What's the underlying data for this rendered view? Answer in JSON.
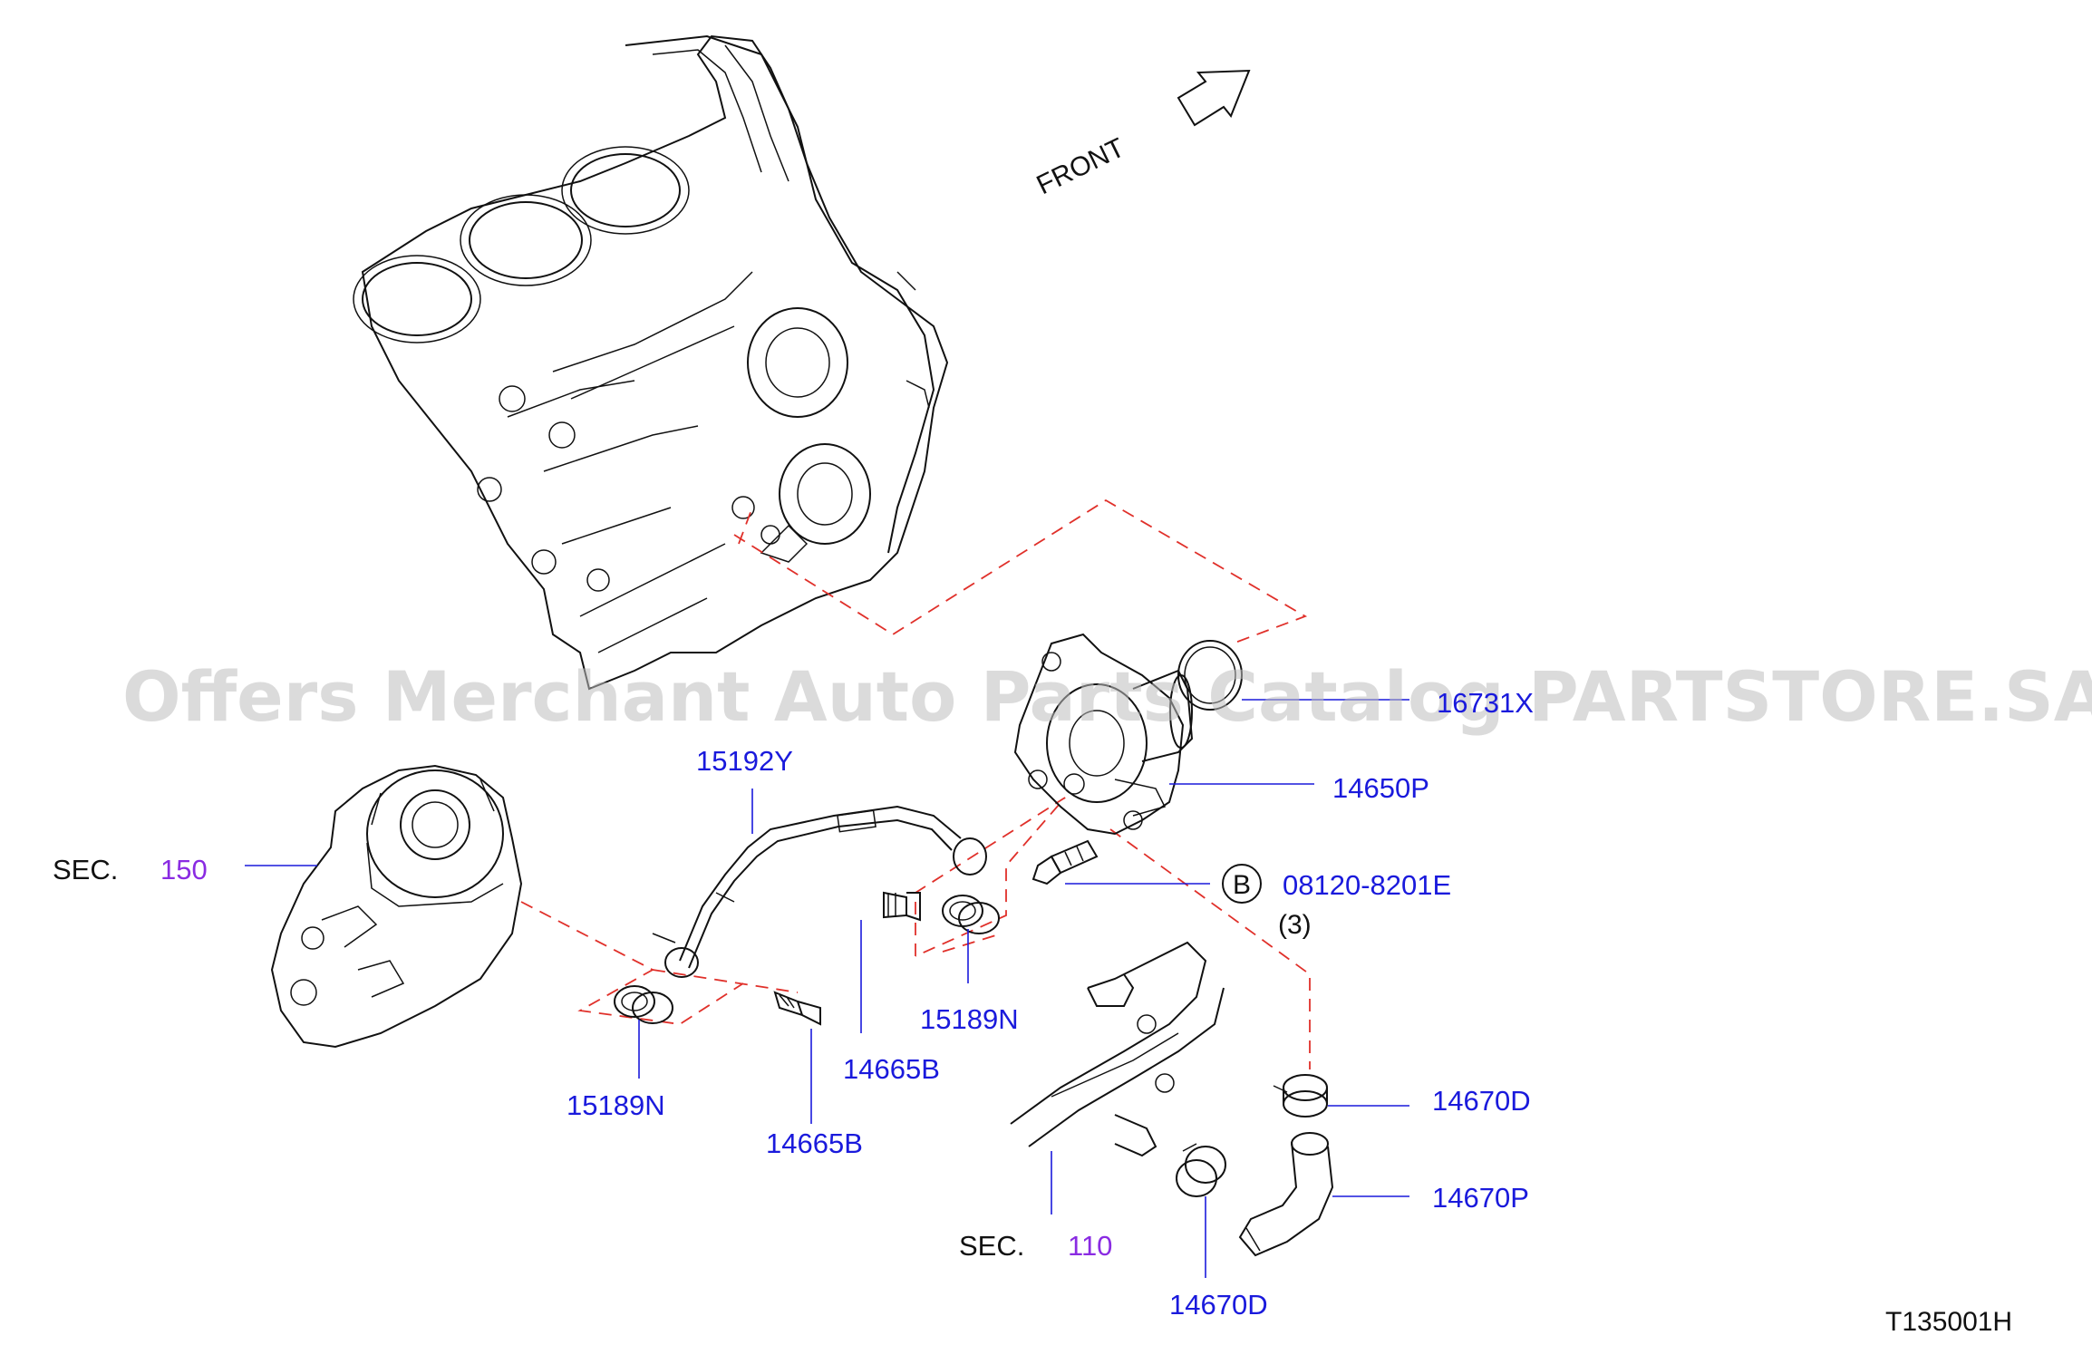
{
  "front_label": "FRONT",
  "watermark": "Offers Merchant Auto Parts Catalog PARTSTORE.SA",
  "diagram_code": "T135001H",
  "sections": [
    {
      "prefix": "SEC.",
      "number": "150"
    },
    {
      "prefix": "SEC.",
      "number": "110"
    }
  ],
  "callouts": {
    "p16731": "16731X",
    "p14650P": "14650P",
    "p15192Y": "15192Y",
    "bolt_marker": "B",
    "bolt_part": "08120-8201E",
    "bolt_qty": "(3)",
    "p15189N_a": "15189N",
    "p15189N_b": "15189N",
    "p14665B_a": "14665B",
    "p14665B_b": "14665B",
    "p14670D_a": "14670D",
    "p14670P": "14670P",
    "p14670D_b": "14670D"
  },
  "colors": {
    "part_number": "#1a1adc",
    "section_number": "#8a2be2",
    "dashed_reference": "#e0302a",
    "linework": "#111111"
  }
}
